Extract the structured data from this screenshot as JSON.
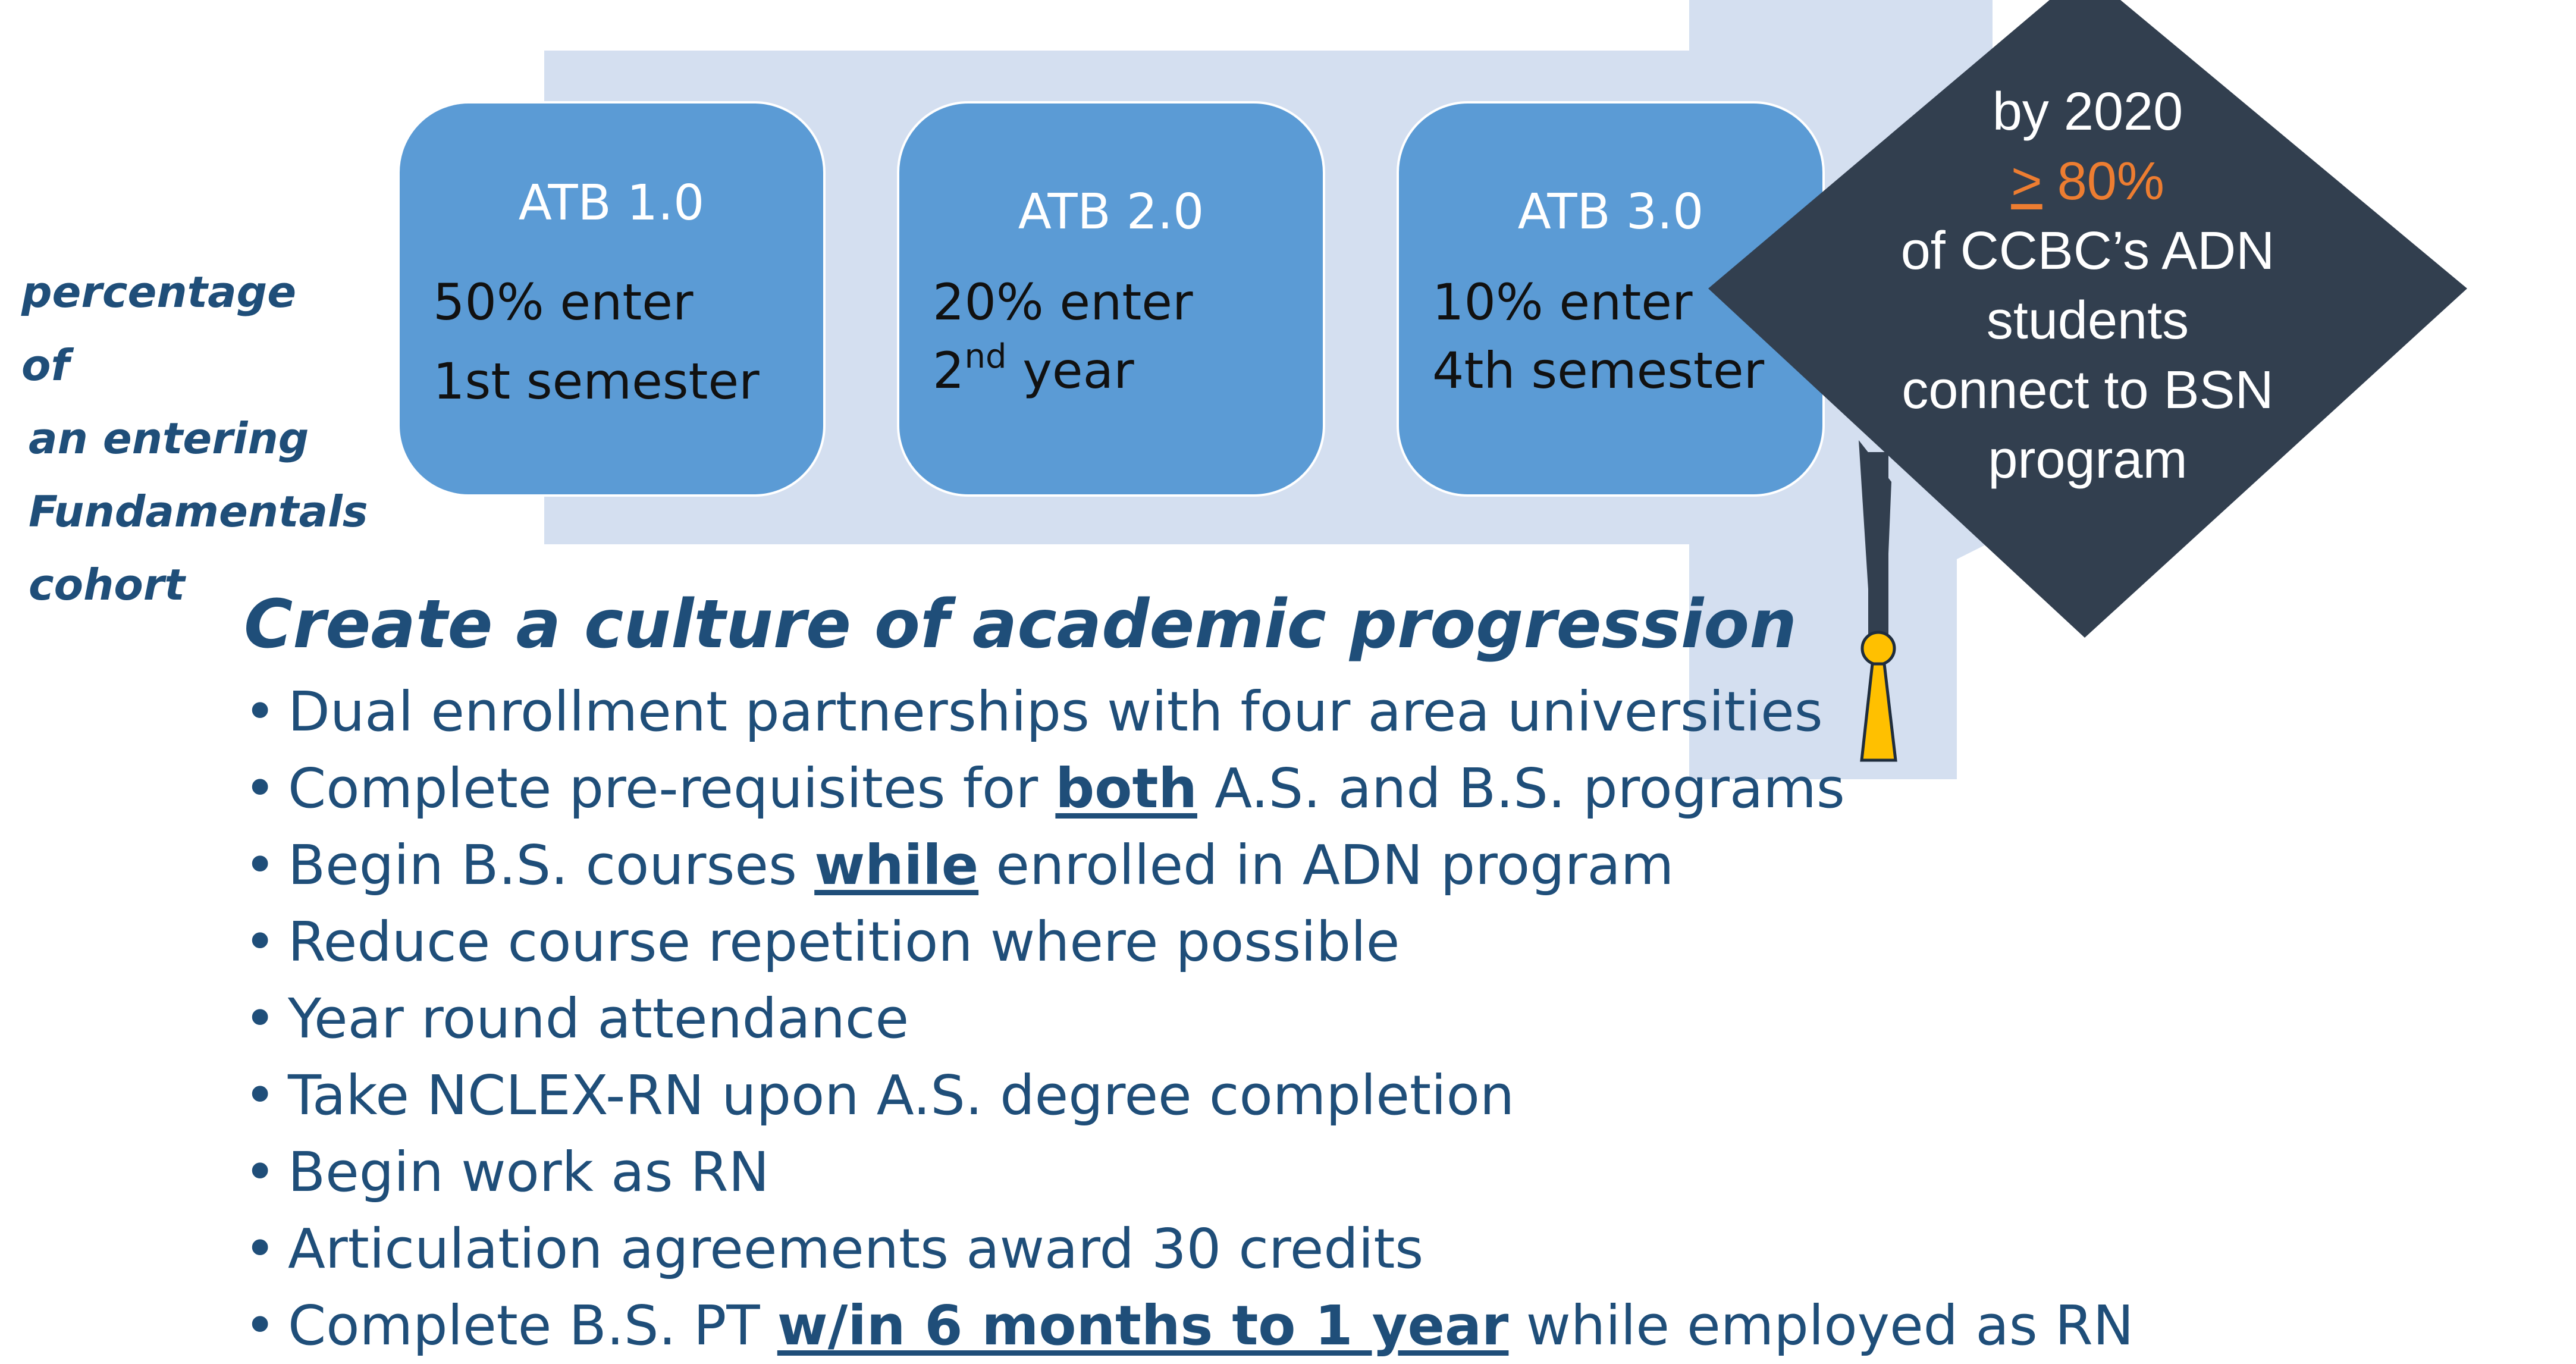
{
  "side_label": {
    "lines": [
      "percentage of",
      "an entering",
      "Fundamentals",
      "cohort"
    ]
  },
  "atb_stages": [
    {
      "title": "ATB 1.0",
      "line1": "50% enter",
      "line2": "1st semester"
    },
    {
      "title": "ATB 2.0",
      "line1": "20% enter",
      "line2_main": "2",
      "line2_sup": "nd",
      "line2_rest": " year"
    },
    {
      "title": "ATB 3.0",
      "line1": "10% enter",
      "line2": "4th semester"
    }
  ],
  "goal": {
    "line1": "by 2020",
    "symbol": ">",
    "percent": " 80%",
    "line3": "of CCBC’s ADN",
    "line4": "students",
    "line5": "connect to BSN",
    "line6": "program"
  },
  "heading": "Create a culture of academic progression",
  "bullet_symbol": "•",
  "bullets": [
    {
      "before": "Dual enrollment partnerships with four area universities",
      "emph": "",
      "after": ""
    },
    {
      "before": "Complete pre-requisites for ",
      "emph": "both",
      "after": " A.S. and B.S. programs"
    },
    {
      "before": "Begin B.S. courses ",
      "emph": "while",
      "after": " enrolled in ADN program"
    },
    {
      "before": "Reduce course repetition where possible",
      "emph": "",
      "after": ""
    },
    {
      "before": "Year round attendance",
      "emph": "",
      "after": ""
    },
    {
      "before": "Take NCLEX-RN upon A.S. degree completion",
      "emph": "",
      "after": ""
    },
    {
      "before": "Begin work as RN",
      "emph": "",
      "after": ""
    },
    {
      "before": "Articulation agreements award 30 credits",
      "emph": "",
      "after": ""
    },
    {
      "before": "Complete B.S. PT ",
      "emph": "w/in 6 months to 1 year",
      "after": " while employed as RN"
    }
  ],
  "colors": {
    "arrow": "#d4dff0",
    "box": "#5b9bd5",
    "cap": "#323f4f",
    "goal_accent": "#ed7d31",
    "tassel": "#ffc000",
    "text_dark_blue": "#1f4e79"
  },
  "icons": {
    "cap": "graduation-cap-icon",
    "tassel": "tassel-icon",
    "arrow": "progress-arrow"
  }
}
